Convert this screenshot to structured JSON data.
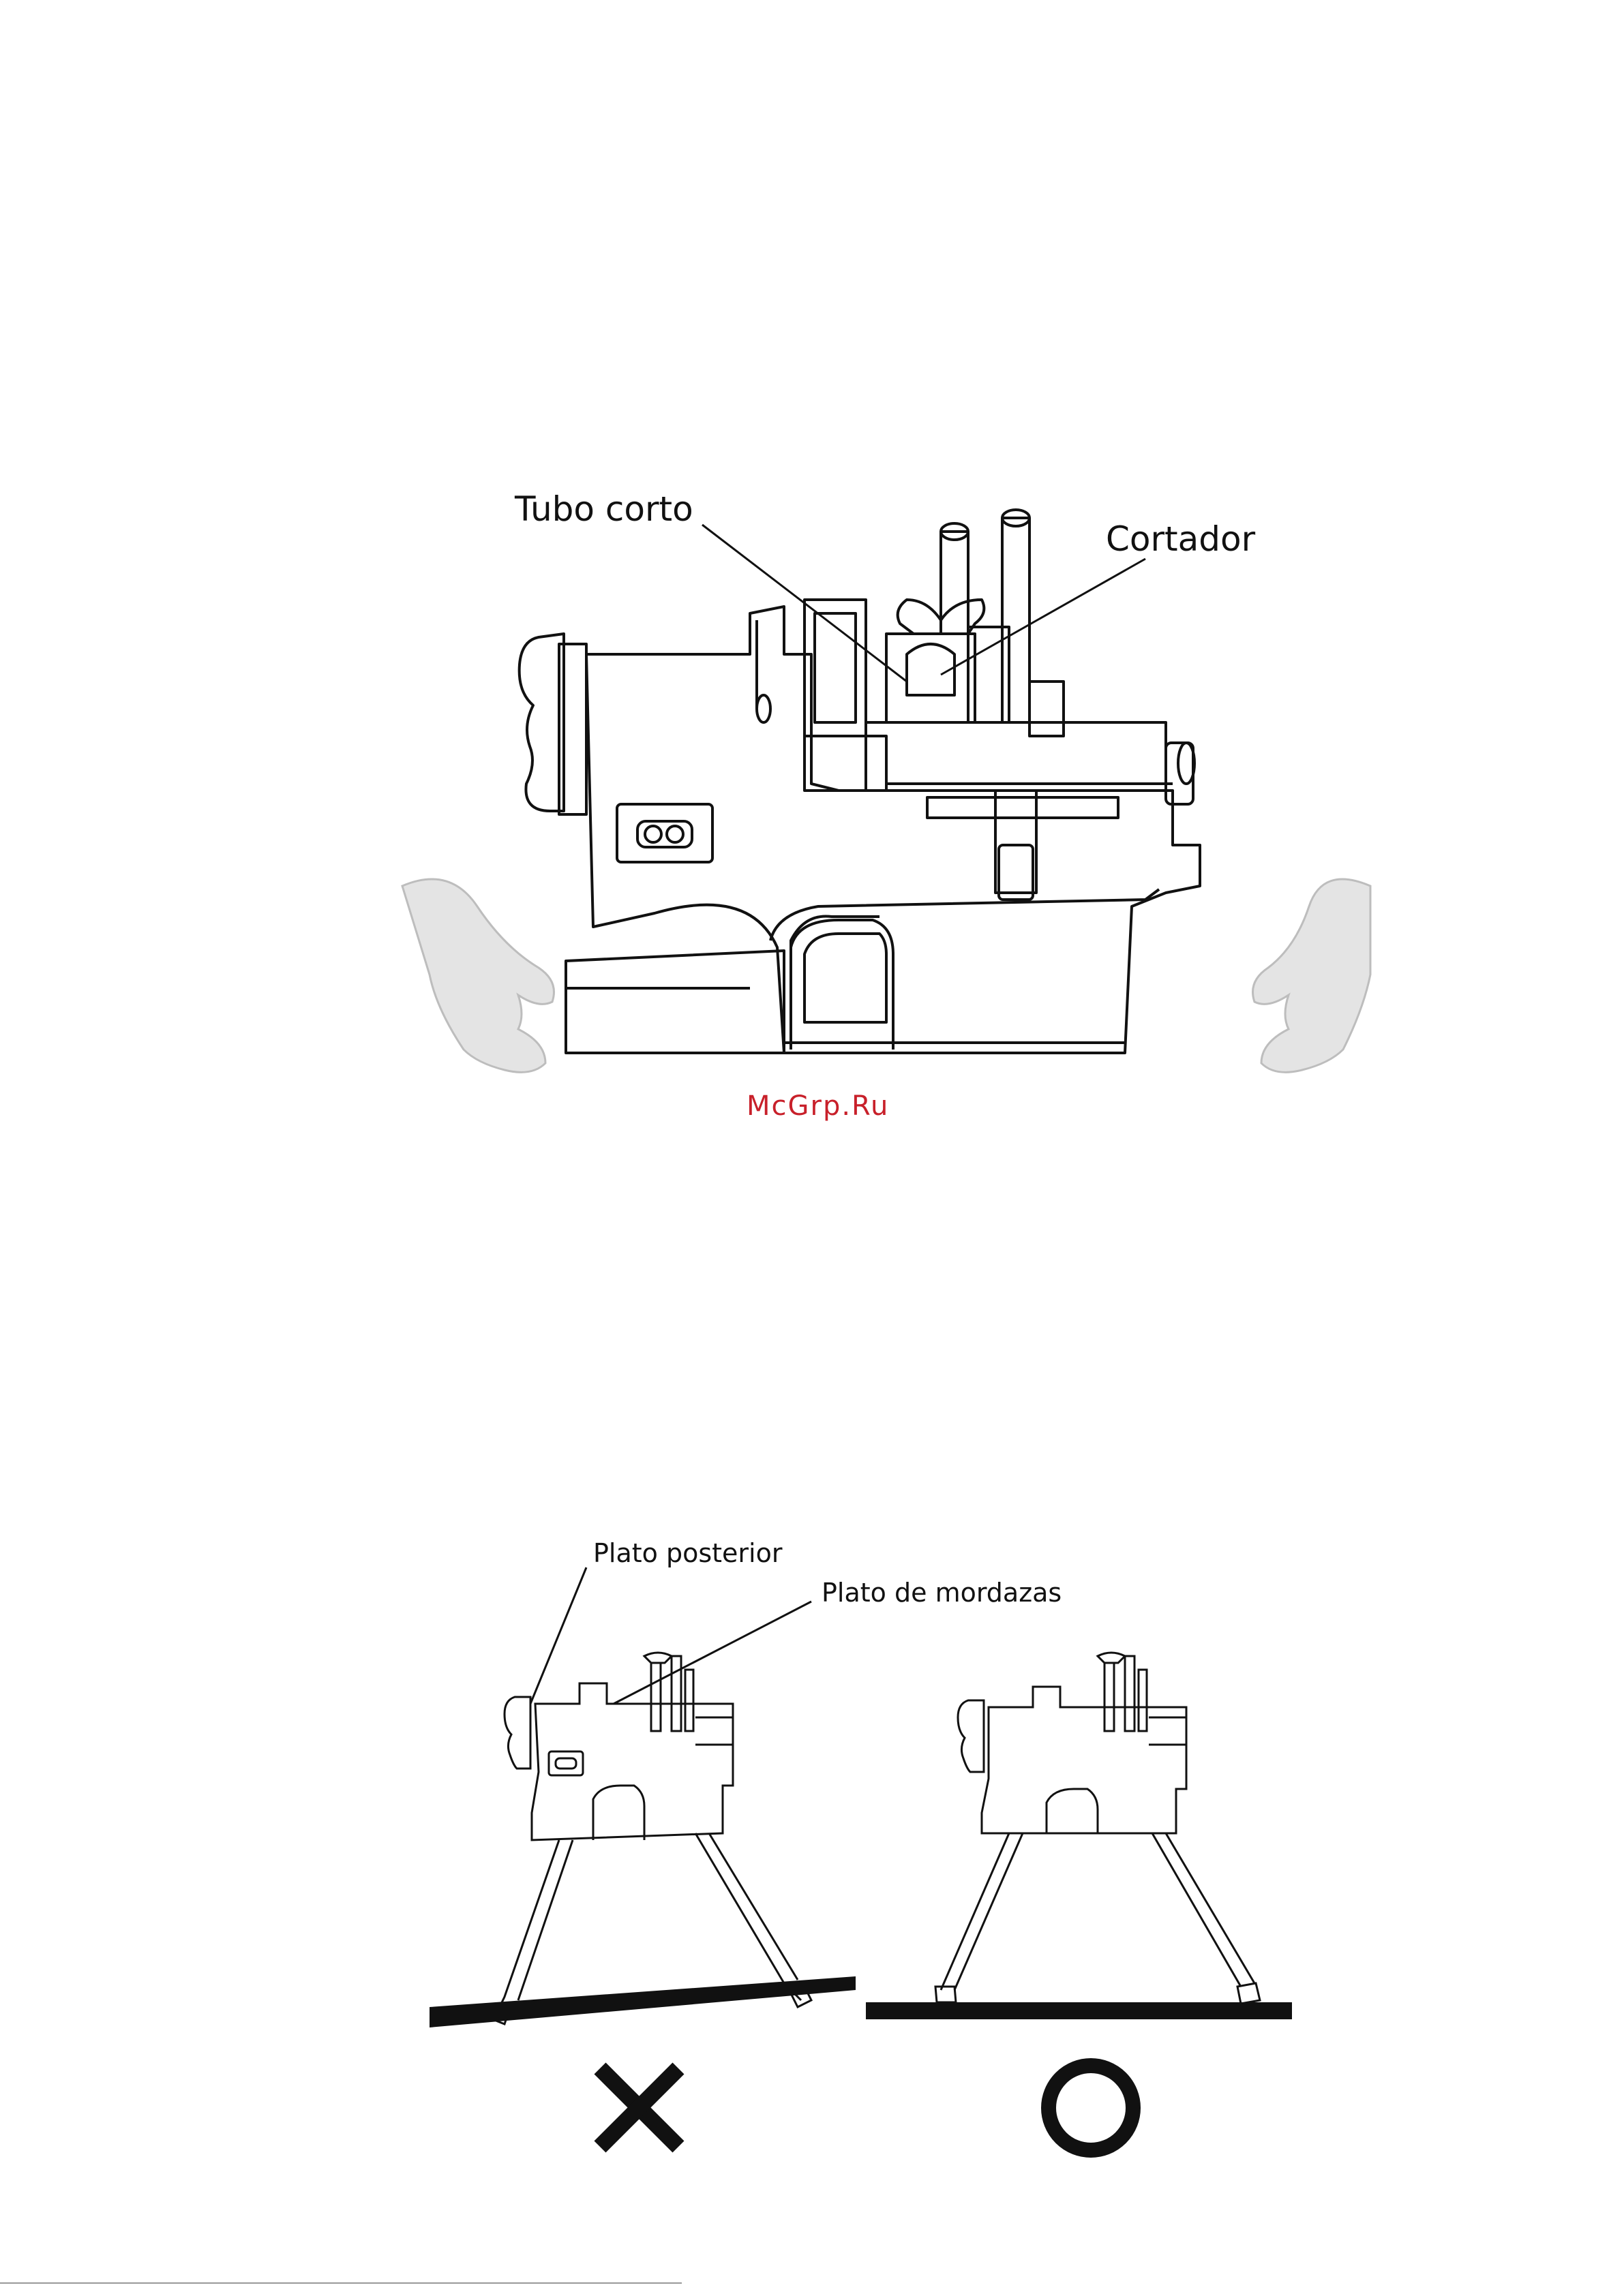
{
  "figure_top": {
    "label_short_tube": "Tubo corto",
    "label_cutter": "Cortador"
  },
  "watermark": {
    "text": "McGrp.Ru",
    "color": "#c8202a"
  },
  "figure_bottom": {
    "label_rear_chuck": "Plato posterior",
    "label_jaw_chuck": "Plato de mordazas",
    "wrong_symbol": "cross-mark-icon",
    "correct_symbol": "circle-mark-icon"
  }
}
